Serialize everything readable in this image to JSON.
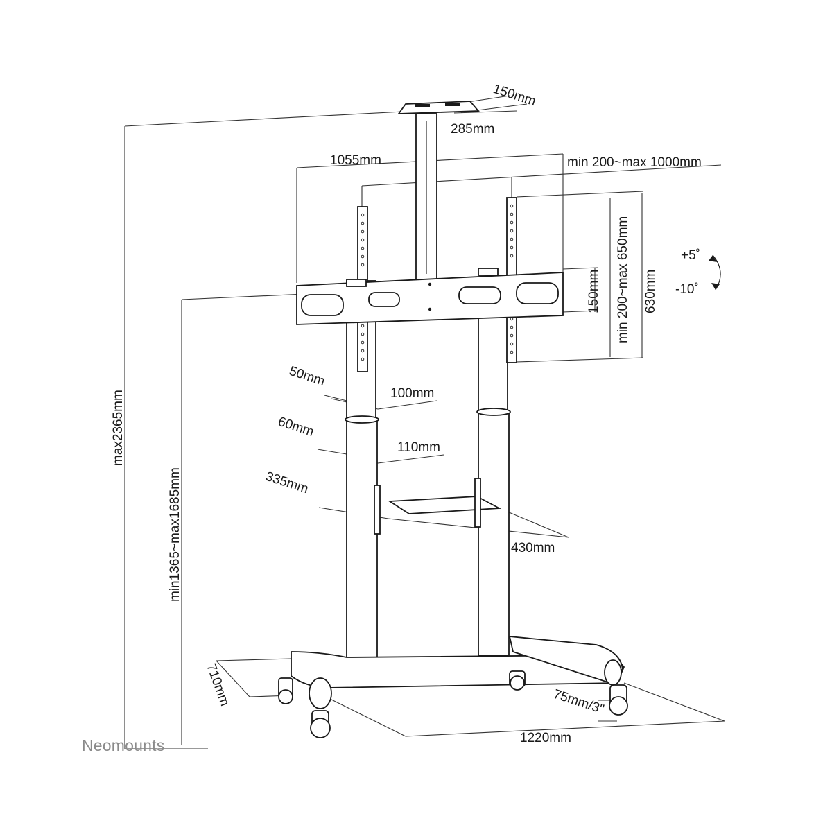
{
  "brand": {
    "name": "Neomounts",
    "color": "#8a8a8a"
  },
  "dimensions": {
    "top_shelf_depth": "150mm",
    "top_shelf_width": "285mm",
    "bracket_width": "1055mm",
    "vesa_horizontal": "min 200~max 1000mm",
    "vesa_vertical": "min 200~max 650mm",
    "bracket_height": "150mm",
    "arm_height": "630mm",
    "tilt_up": "+5˚",
    "tilt_down": "-10˚",
    "total_height_max": "max2365mm",
    "center_height_range": "min1365~max1685mm",
    "upper_column_depth": "50mm",
    "upper_column_width": "100mm",
    "lower_column_depth": "60mm",
    "lower_column_width": "110mm",
    "av_shelf_depth": "335mm",
    "av_shelf_width": "430mm",
    "base_depth": "710mm",
    "base_width": "1220mm",
    "caster_size": "75mm/3\""
  }
}
